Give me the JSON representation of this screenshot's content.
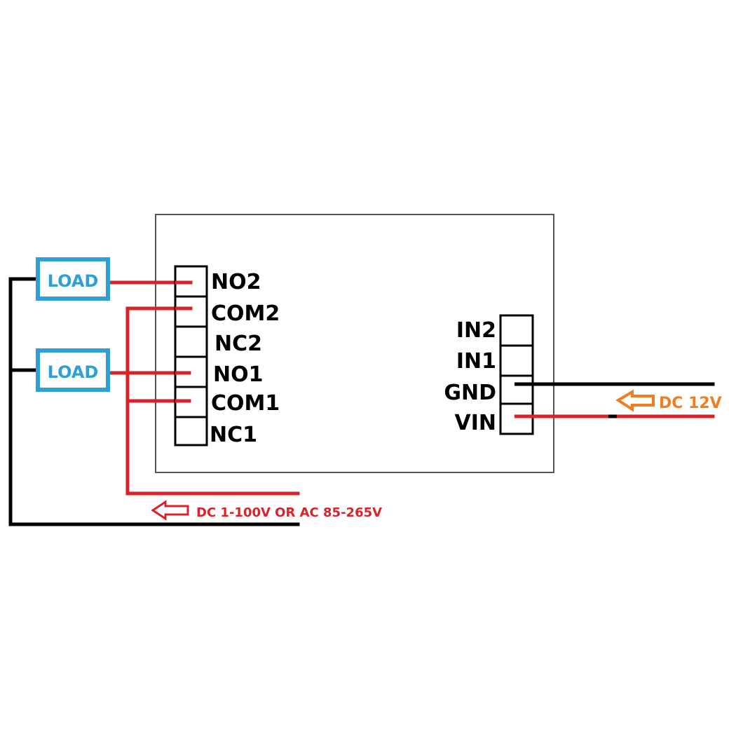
{
  "colors": {
    "wire_red": "#d8232a",
    "wire_black": "#000000",
    "load_blue": "#2f9fd6",
    "dc12_orange": "#f07d22",
    "board_outline": "#555555"
  },
  "loads": [
    {
      "label": "LOAD"
    },
    {
      "label": "LOAD"
    }
  ],
  "relay_terminals": [
    {
      "label": "NO2"
    },
    {
      "label": "COM2"
    },
    {
      "label": "NC2"
    },
    {
      "label": "NO1"
    },
    {
      "label": "COM1"
    },
    {
      "label": "NC1"
    }
  ],
  "input_terminals": [
    {
      "label": "IN2"
    },
    {
      "label": "IN1"
    },
    {
      "label": "GND"
    },
    {
      "label": "VIN"
    }
  ],
  "supplies": {
    "load_supply": {
      "label": "DC 1-100V OR AC 85-265V",
      "arrow_icon": "arrow-left-outline-icon"
    },
    "control_supply": {
      "label": "DC 12V",
      "arrow_icon": "arrow-left-outline-icon"
    }
  }
}
